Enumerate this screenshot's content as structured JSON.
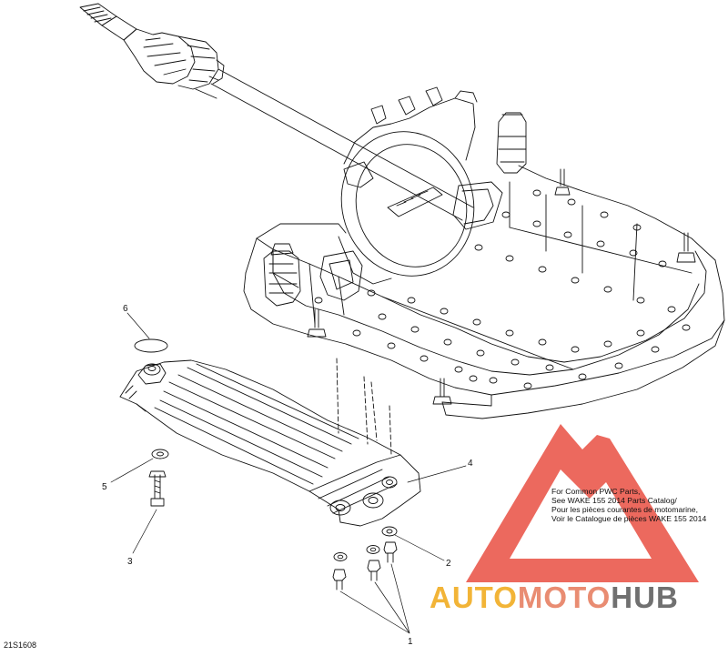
{
  "diagram": {
    "id_label": "21S1608",
    "callouts": [
      {
        "number": "1"
      },
      {
        "number": "2"
      },
      {
        "number": "3"
      },
      {
        "number": "4"
      },
      {
        "number": "5"
      },
      {
        "number": "6"
      }
    ],
    "note_lines": [
      "For Common PWC Parts,",
      "See WAKE 155 2014 Parts Catalog/",
      "Pour les pièces courantes de motomarine,",
      "Voir le Catalogue de pièces WAKE 155 2014"
    ],
    "line_color": "#111111"
  },
  "watermark": {
    "logo_part1": "AUTO",
    "logo_part2": "MOTO",
    "logo_part3": "HUB",
    "colors": {
      "triangle": "#e8483a",
      "auto": "#f2b437",
      "moto": "#e98c72",
      "hub": "#707070"
    }
  }
}
